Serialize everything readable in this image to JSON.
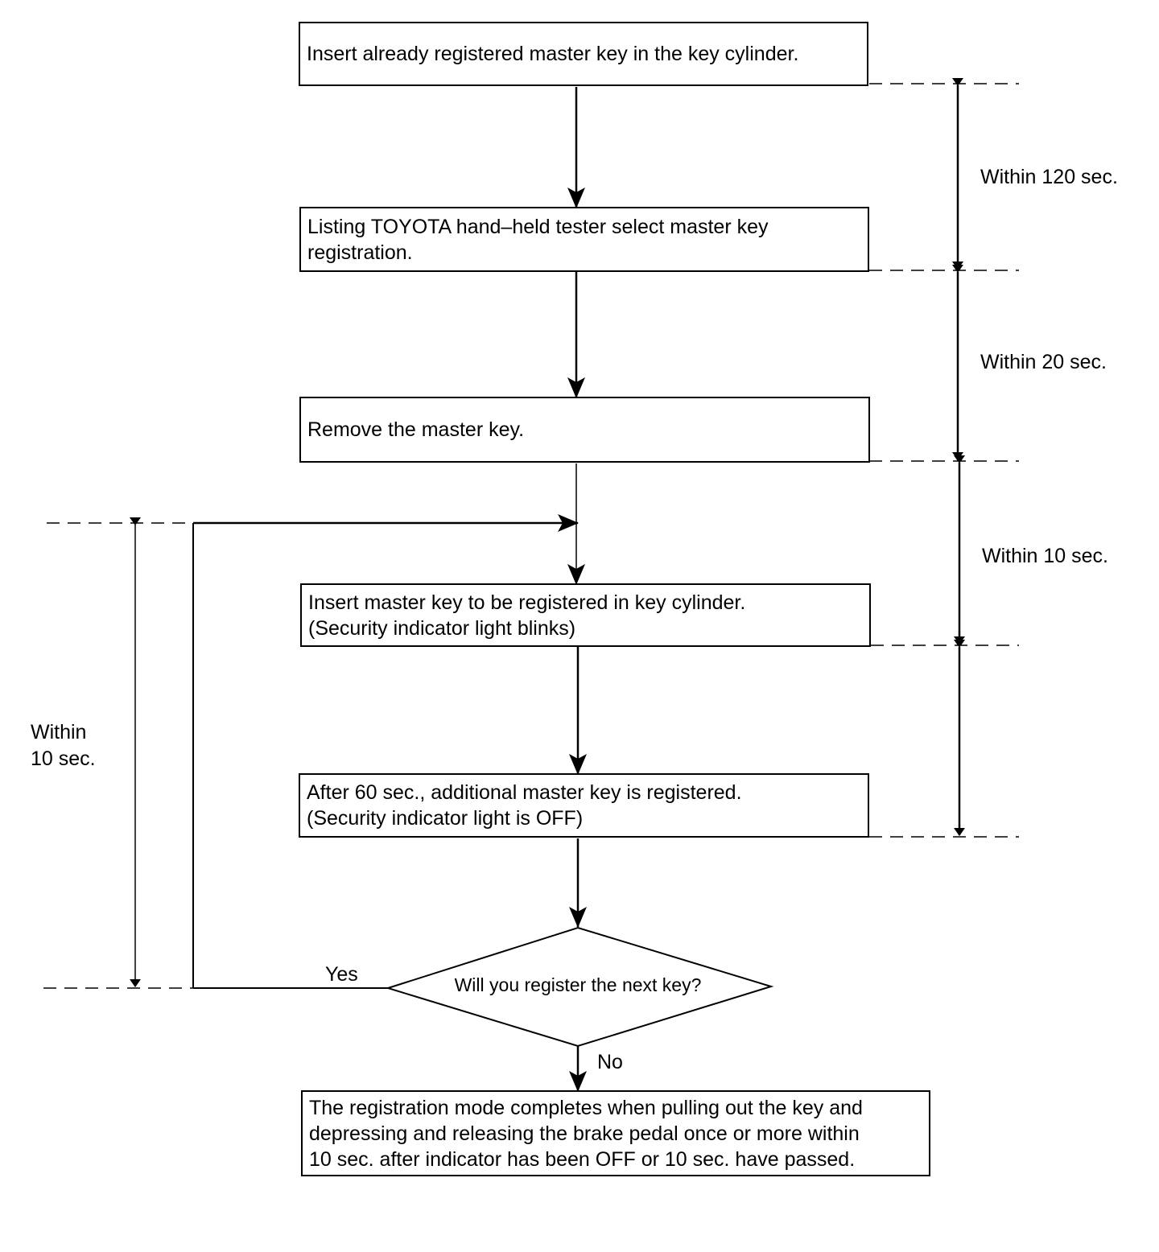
{
  "steps": [
    {
      "lines": [
        "Insert already registered master key in the key cylinder."
      ]
    },
    {
      "lines": [
        "Listing TOYOTA hand–held tester select master key",
        "registration."
      ]
    },
    {
      "lines": [
        "Remove the master key."
      ]
    },
    {
      "lines": [
        "Insert master key to be registered in key cylinder.",
        "(Security indicator light blinks)"
      ]
    },
    {
      "lines": [
        "After 60 sec., additional master key is registered.",
        "(Security indicator light is OFF)"
      ]
    }
  ],
  "decision": {
    "question": "Will you register the next key?",
    "yes_label": "Yes",
    "no_label": "No"
  },
  "final_step": {
    "lines": [
      "The registration mode completes when pulling out the key and",
      "depressing and releasing the brake pedal once or more within",
      "10 sec. after indicator has been OFF or 10 sec. have passed."
    ]
  },
  "timings": {
    "t1": "Within 120 sec.",
    "t2": "Within 20 sec.",
    "t3": "Within 10 sec.",
    "left_line1": "Within",
    "left_line2": "10 sec."
  }
}
